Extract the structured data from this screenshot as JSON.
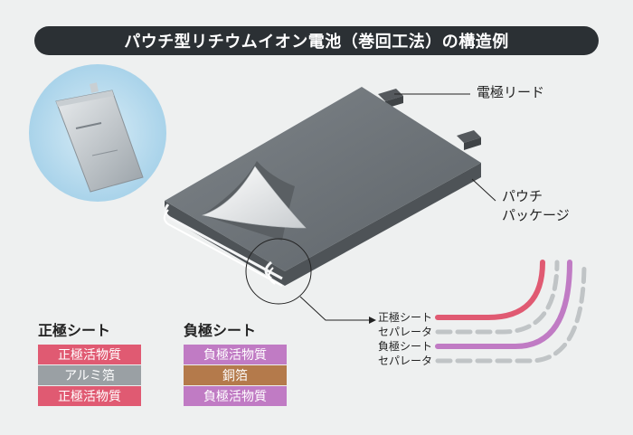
{
  "title": "パウチ型リチウムイオン電池（巻回工法）の構造例",
  "callouts": {
    "lead": "電極リード",
    "pouch_line1": "パウチ",
    "pouch_line2": "パッケージ"
  },
  "detail_labels": [
    "正極シート",
    "セパレータ",
    "負極シート",
    "セパレータ"
  ],
  "positive_sheet": {
    "title": "正極シート",
    "layers": [
      "正極活物質",
      "アルミ箔",
      "正極活物質"
    ]
  },
  "negative_sheet": {
    "title": "負極シート",
    "layers": [
      "負極活物質",
      "銅箔",
      "負極活物質"
    ]
  },
  "colors": {
    "title_bar": "#2b3034",
    "positive_material": "#e05a72",
    "aluminum_foil": "#9aa0a4",
    "negative_material": "#c07bc4",
    "copper_foil": "#b47a4b",
    "separator": "#c0c4c6",
    "pouch": "#6f757a"
  }
}
